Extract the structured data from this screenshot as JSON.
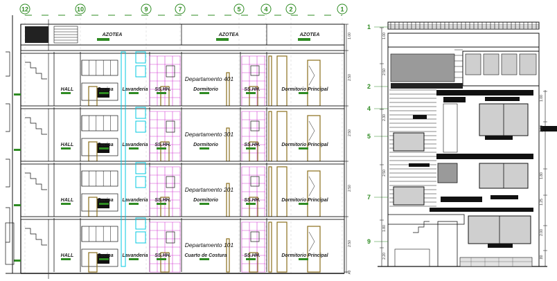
{
  "section": {
    "grid_axes": [
      "12",
      "10",
      "9",
      "7",
      "5",
      "4",
      "2",
      "1"
    ],
    "roof_labels": [
      "AZOTEA",
      "AZOTEA",
      "AZOTEA"
    ],
    "floors": [
      {
        "department": "Departamento 401",
        "rooms": [
          "HALL",
          "Cocina",
          "Lavanderia",
          "SS.HH.",
          "Dormitorio",
          "SS.HH.",
          "Dormitorio Principal"
        ]
      },
      {
        "department": "Departamento 301",
        "rooms": [
          "HALL",
          "Cocina",
          "Lavanderia",
          "SS.HH.",
          "Dormitorio",
          "SS.HH.",
          "Dormitorio Principal"
        ]
      },
      {
        "department": "Departamento 201",
        "rooms": [
          "HALL",
          "Cocina",
          "Lavanderia",
          "SS.HH.",
          "Dormitorio",
          "SS.HH.",
          "Dormitorio Principal"
        ]
      },
      {
        "department": "Departamento 101",
        "rooms": [
          "HALL",
          "Cocina",
          "Lavanderia",
          "SS.HH.",
          "Cuarto de Costura",
          "SS.HH.",
          "Dormitorio Principal"
        ]
      }
    ],
    "dimensions": [
      "1.00",
      "2.50",
      "2.50",
      "2.50",
      "2.50",
      ".40"
    ]
  },
  "elevation": {
    "levels": [
      "1",
      "2",
      "4",
      "5",
      "7",
      "9"
    ],
    "dimensions": [
      "1.00",
      "2.50",
      "2.30",
      "2.50",
      "1.80",
      "2.20",
      "1.00",
      "2.50",
      "1.80",
      "1.25",
      "2.00",
      ".80"
    ]
  },
  "colors": {
    "line": "#111111",
    "door": "#8a6d1a",
    "glass": "#00c8e0",
    "tile": "#d23ad2",
    "green": "#2e8b22"
  }
}
